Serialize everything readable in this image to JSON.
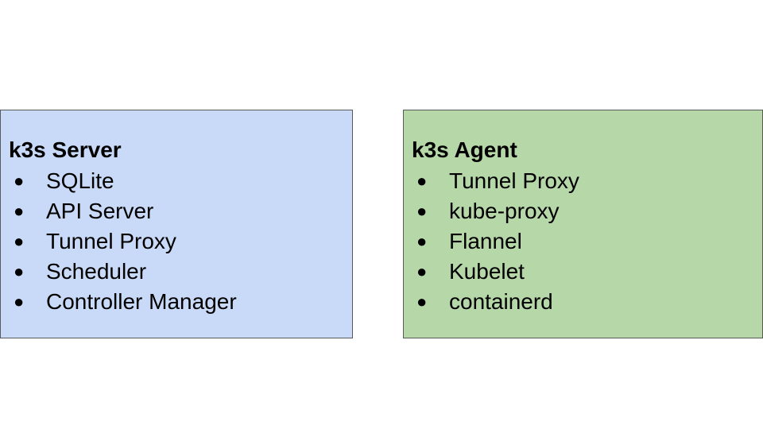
{
  "server": {
    "title": "k3s Server",
    "items": [
      "SQLite",
      "API Server",
      "Tunnel Proxy",
      "Scheduler",
      "Controller Manager"
    ]
  },
  "agent": {
    "title": "k3s Agent",
    "items": [
      "Tunnel Proxy",
      "kube-proxy",
      "Flannel",
      "Kubelet",
      "containerd"
    ]
  },
  "bullet_glyph": "●",
  "colors": {
    "server_fill": "#c9daf8",
    "agent_fill": "#b6d7a8",
    "border": "#595959"
  }
}
